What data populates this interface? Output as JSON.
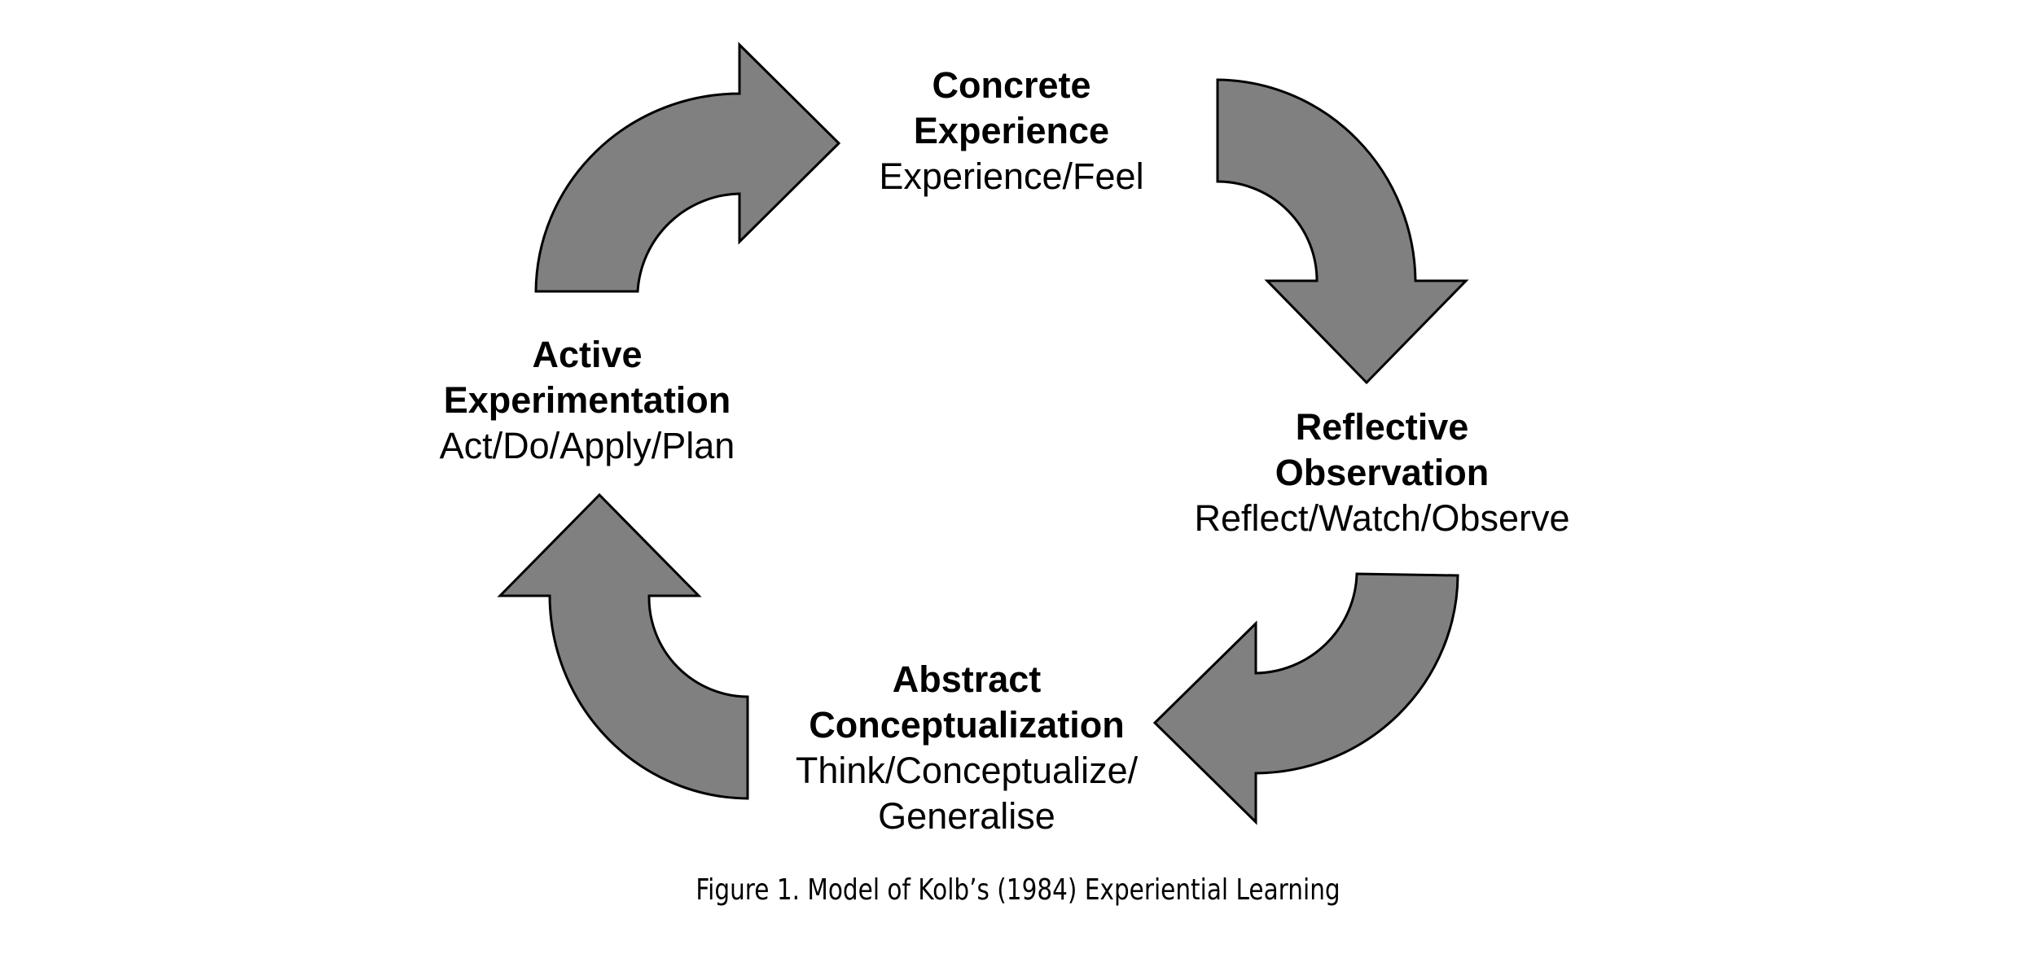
{
  "diagram": {
    "arrow_fill": "#808080",
    "arrow_stroke": "#000000",
    "stages": {
      "concrete": {
        "title_line1": "Concrete",
        "title_line2": "Experience",
        "sub_line1": "Experience/Feel"
      },
      "reflective": {
        "title_line1": "Reflective",
        "title_line2": "Observation",
        "sub_line1": "Reflect/Watch/Observe"
      },
      "abstract": {
        "title_line1": "Abstract",
        "title_line2": "Conceptualization",
        "sub_line1": "Think/Conceptualize/",
        "sub_line2": "Generalise"
      },
      "active": {
        "title_line1": "Active",
        "title_line2": "Experimentation",
        "sub_line1": "Act/Do/Apply/Plan"
      }
    },
    "caption": "Figure 1. Model of Kolb’s (1984) Experiential Learning"
  }
}
